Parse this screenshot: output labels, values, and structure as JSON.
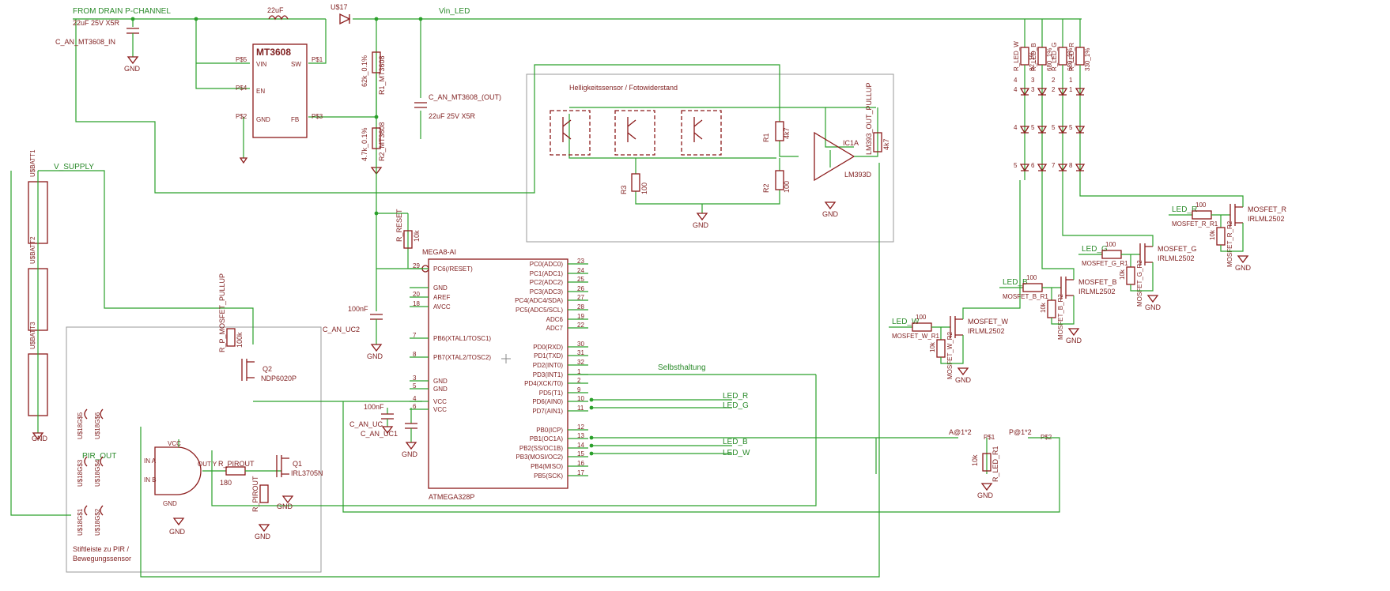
{
  "nets": {
    "from_drain": "FROM DRAIN P-CHANNEL",
    "vin_led": "Vin_LED",
    "v_supply": "V_SUPPLY",
    "pir_out": "PIR_OUT",
    "selbsthaltung": "Selbsthaltung",
    "led_r": "LED_R",
    "led_g": "LED_G",
    "led_b": "LED_B",
    "led_w": "LED_W",
    "gnd": "GND"
  },
  "regulator": {
    "name": "MT3608",
    "pins": [
      "VIN",
      "SW",
      "EN",
      "GND",
      "FB"
    ],
    "pads": [
      "P$5",
      "P$1",
      "P$4",
      "P$2",
      "P$3"
    ]
  },
  "parts": {
    "inductor": "22uF",
    "diode": "U$17",
    "cap_in_val": "22uF 25V X5R",
    "cap_in_name": "C_AN_MT3608_IN",
    "cap_out_name": "C_AN_MT3608_(OUT)",
    "cap_out_val": "22uF 25V X5R",
    "r1_mt": "62k_0.1%",
    "r1_mt_name": "R1_MT3608",
    "r2_mt": "4.7k_0.1%",
    "r2_mt_name": "R2_MT3608"
  },
  "sensor_frame": {
    "title": "Helligkeitssensor / Fotowiderstand",
    "r1": "R1",
    "r1v": "4k7",
    "r2": "R2",
    "r2v": "100",
    "r3": "R3",
    "r3v": "100",
    "opamp": "IC1A",
    "opamp_part": "LM393D",
    "pullup": "LM393_OUT_PULLUP",
    "pullup_val": "4k7"
  },
  "mcu": {
    "name": "MEGA8-AI",
    "part": "ATMEGA328P",
    "reset_r": "R_RESET",
    "reset_val": "10k",
    "left_pins": [
      "PC6(/RESET)",
      "GND",
      "AREF",
      "AVCC",
      "PB6(XTAL1/TOSC1)",
      "PB7(XTAL2/TOSC2)",
      "GND",
      "GND",
      "VCC",
      "VCC"
    ],
    "left_nums": [
      "29",
      "",
      "20",
      "18",
      "7",
      "8",
      "3",
      "5",
      "4",
      "6"
    ],
    "right_pins": [
      "PC0(ADC0)",
      "PC1(ADC1)",
      "PC2(ADC2)",
      "PC3(ADC3)",
      "PC4(ADC4/SDA)",
      "PC5(ADC5/SCL)",
      "ADC6",
      "ADC7",
      "PD0(RXD)",
      "PD1(TXD)",
      "PD2(INT0)",
      "PD3(INT1)",
      "PD4(XCK/T0)",
      "PD5(T1)",
      "PD6(AIN0)",
      "PD7(AIN1)",
      "PB0(ICP)",
      "PB1(OC1A)",
      "PB2(SS/OC1B)",
      "PB3(MOSI/OC2)",
      "PB4(MISO)",
      "PB5(SCK)"
    ],
    "right_nums": [
      "23",
      "24",
      "25",
      "26",
      "27",
      "28",
      "19",
      "22",
      "30",
      "31",
      "32",
      "1",
      "2",
      "9",
      "10",
      "11",
      "12",
      "13",
      "14",
      "15",
      "16",
      "17"
    ],
    "cap_uc2": "C_AN_UC2",
    "cap_uc2_val": "100nF",
    "cap_uc": "C_AN_UC",
    "cap_uc1": "C_AN_UC1",
    "cap_uc_val": "100nF"
  },
  "pir_frame": {
    "title_line1": "Stiftleiste zu PIR /",
    "title_line2": "Bewegungssensor",
    "q2": "Q2",
    "q2_part": "NDP6020P",
    "pullup": "R_P_MOSFET_PULLUP",
    "pullup_val": "100k",
    "q1": "Q1",
    "q1_part": "IRL3705N",
    "r_pirout": "R_PIROUT",
    "r_pirout_val": "180",
    "r_pirout2": "R_PIROUT",
    "gate_pins": [
      "VCC",
      "IN A",
      "IN B",
      "OUT Y",
      "GND"
    ],
    "headers": [
      "U$18G$5",
      "U$18G$6",
      "U$18G$3",
      "U$18G$4",
      "U$18G$1",
      "U$18G$2"
    ]
  },
  "battery": {
    "labels": [
      "U$BATT1",
      "U$BATT2",
      "U$BATT3"
    ]
  },
  "connector": {
    "a": "A@1*2",
    "p1": "P$1",
    "b": "P@1*2",
    "p2": "P$2",
    "r": "R_LED_R1",
    "rv": "10k"
  },
  "led_bank": {
    "resistors": [
      {
        "name": "R_LED_W",
        "val": "82_1%"
      },
      {
        "name": "R_LED_B",
        "val": "680_1%"
      },
      {
        "name": "R_LED_G",
        "val": "680_1%"
      },
      {
        "name": "R_LED_R",
        "val": "330_1%"
      }
    ],
    "col_labels": [
      "4",
      "3",
      "2",
      "1"
    ],
    "row_labels": [
      [
        "4",
        "3",
        "2",
        "1"
      ],
      [
        "4",
        "5",
        "5",
        "5"
      ],
      [
        "5",
        "6",
        "7",
        "8"
      ]
    ]
  },
  "mosfets": [
    {
      "name": "MOSFET_W",
      "part": "IRLML2502",
      "gate_r": "MOSFET_W_R1",
      "gate_val": "100",
      "pulldown": "MOSFET_W_R2",
      "pd_val": "10k",
      "net": "LED_W"
    },
    {
      "name": "MOSFET_B",
      "part": "IRLML2502",
      "gate_r": "MOSFET_B_R1",
      "gate_val": "100",
      "pulldown": "MOSFET_B_R2",
      "pd_val": "10k",
      "net": "LED_B"
    },
    {
      "name": "MOSFET_G",
      "part": "IRLML2502",
      "gate_r": "MOSFET_G_R1",
      "gate_val": "100",
      "pulldown": "MOSFET_G_R2",
      "pd_val": "10k",
      "net": "LED_G"
    },
    {
      "name": "MOSFET_R",
      "part": "IRLML2502",
      "gate_r": "MOSFET_R_R1",
      "gate_val": "100",
      "pulldown": "MOSFET_R_R2",
      "pd_val": "10k",
      "net": "LED_R"
    }
  ]
}
